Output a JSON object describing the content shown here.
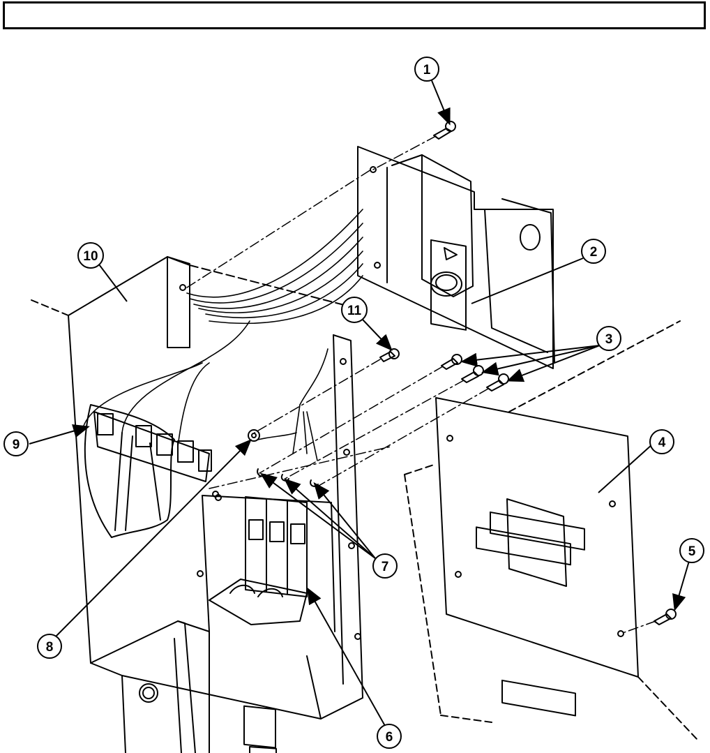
{
  "header": {
    "title": ""
  },
  "callouts": [
    {
      "num": "1",
      "part": "screw"
    },
    {
      "num": "2",
      "part": "module"
    },
    {
      "num": "3",
      "part": "screw"
    },
    {
      "num": "4",
      "part": "cover-panel"
    },
    {
      "num": "5",
      "part": "screw"
    },
    {
      "num": "6",
      "part": "circuit-breaker"
    },
    {
      "num": "7",
      "part": "wire-lead"
    },
    {
      "num": "8",
      "part": "ground-lug"
    },
    {
      "num": "9",
      "part": "terminal-board"
    },
    {
      "num": "10",
      "part": "cabinet"
    },
    {
      "num": "11",
      "part": "screw"
    }
  ]
}
